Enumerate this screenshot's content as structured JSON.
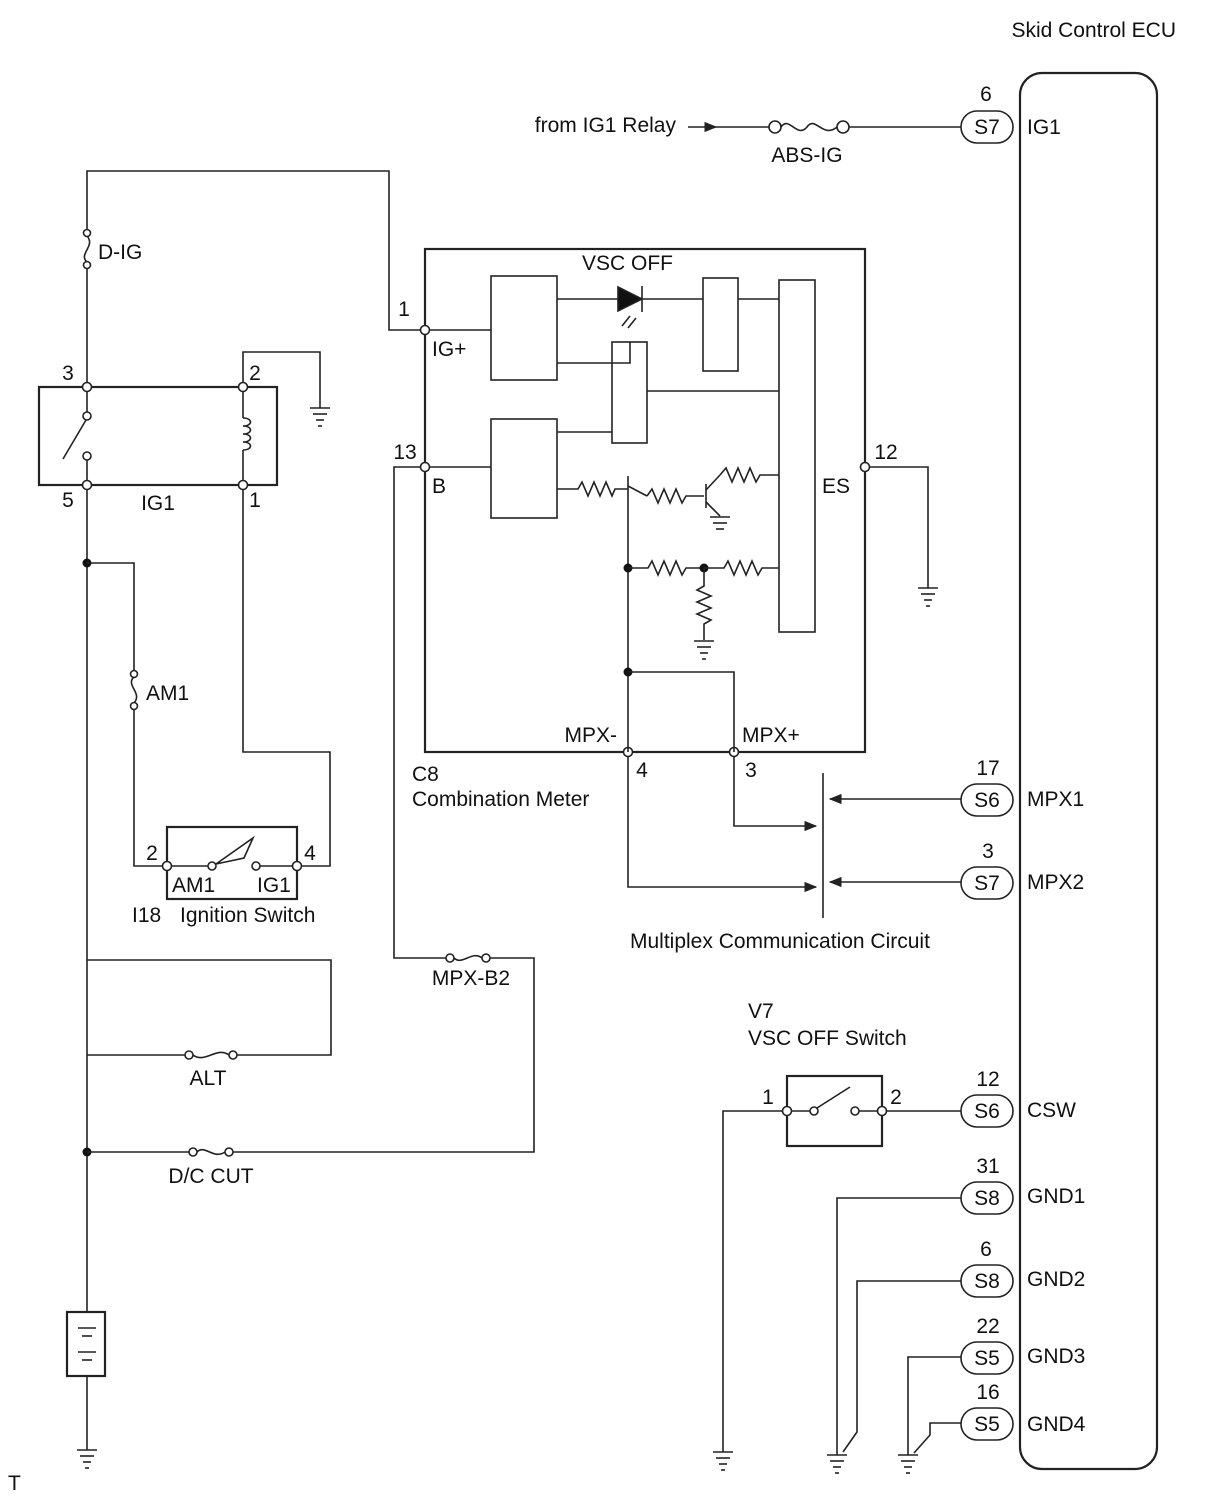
{
  "ecu": {
    "title": "Skid Control ECU",
    "pins": [
      {
        "num": "6",
        "conn": "S7",
        "name": "IG1"
      },
      {
        "num": "17",
        "conn": "S6",
        "name": "MPX1"
      },
      {
        "num": "3",
        "conn": "S7",
        "name": "MPX2"
      },
      {
        "num": "12",
        "conn": "S6",
        "name": "CSW"
      },
      {
        "num": "31",
        "conn": "S8",
        "name": "GND1"
      },
      {
        "num": "6",
        "conn": "S8",
        "name": "GND2"
      },
      {
        "num": "22",
        "conn": "S5",
        "name": "GND3"
      },
      {
        "num": "16",
        "conn": "S5",
        "name": "GND4"
      }
    ]
  },
  "source_label": "from IG1 Relay",
  "fuses": {
    "abs_ig": "ABS-IG",
    "d_ig": "D-IG",
    "am1": "AM1",
    "mpx_b2": "MPX-B2",
    "alt": "ALT",
    "dc_cut": "D/C CUT"
  },
  "ig1_relay": {
    "name": "IG1",
    "pins": {
      "p3": "3",
      "p2": "2",
      "p5": "5",
      "p1": "1"
    }
  },
  "ignition_switch": {
    "code": "I18",
    "name": "Ignition Switch",
    "term_left": "AM1",
    "term_right": "IG1",
    "pin_left": "2",
    "pin_right": "4"
  },
  "meter": {
    "code": "C8",
    "name": "Combination Meter",
    "indicator": "VSC OFF",
    "pins": {
      "ig_num": "1",
      "ig_label": "IG+",
      "b_num": "13",
      "b_label": "B",
      "es_num": "12",
      "es_label": "ES",
      "mpxm_label": "MPX-",
      "mpxm_num": "4",
      "mpxp_label": "MPX+",
      "mpxp_num": "3"
    }
  },
  "multiplex_label": "Multiplex Communication Circuit",
  "vsc_switch": {
    "code": "V7",
    "name": "VSC OFF Switch",
    "pin1": "1",
    "pin2": "2"
  },
  "corner_mark": "T"
}
